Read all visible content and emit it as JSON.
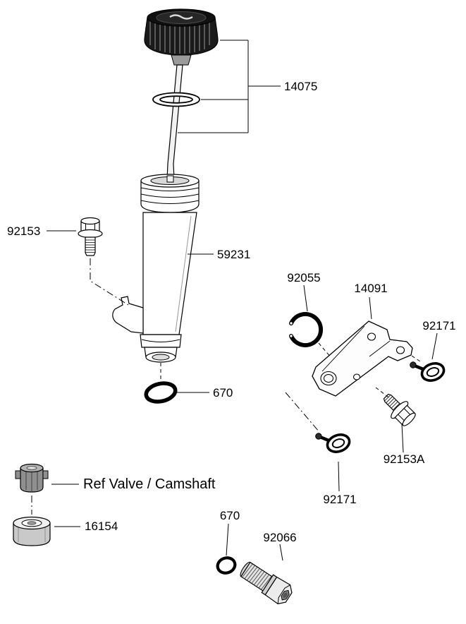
{
  "diagram": {
    "background": "#ffffff",
    "line_color": "#000000",
    "cap_color": "#1a1a1a"
  },
  "labels": {
    "dipstick_assembly": "14075",
    "filler_tube": "59231",
    "flange_bolt": "92153",
    "tube_oring": "670",
    "snap_ring": "92055",
    "bracket": "14091",
    "clamp_upper": "92171",
    "bracket_bolt": "92153A",
    "clamp_lower": "92171",
    "ref_note": "Ref Valve / Camshaft",
    "tappet": "16154",
    "plug_oring": "670",
    "plug": "92066"
  }
}
